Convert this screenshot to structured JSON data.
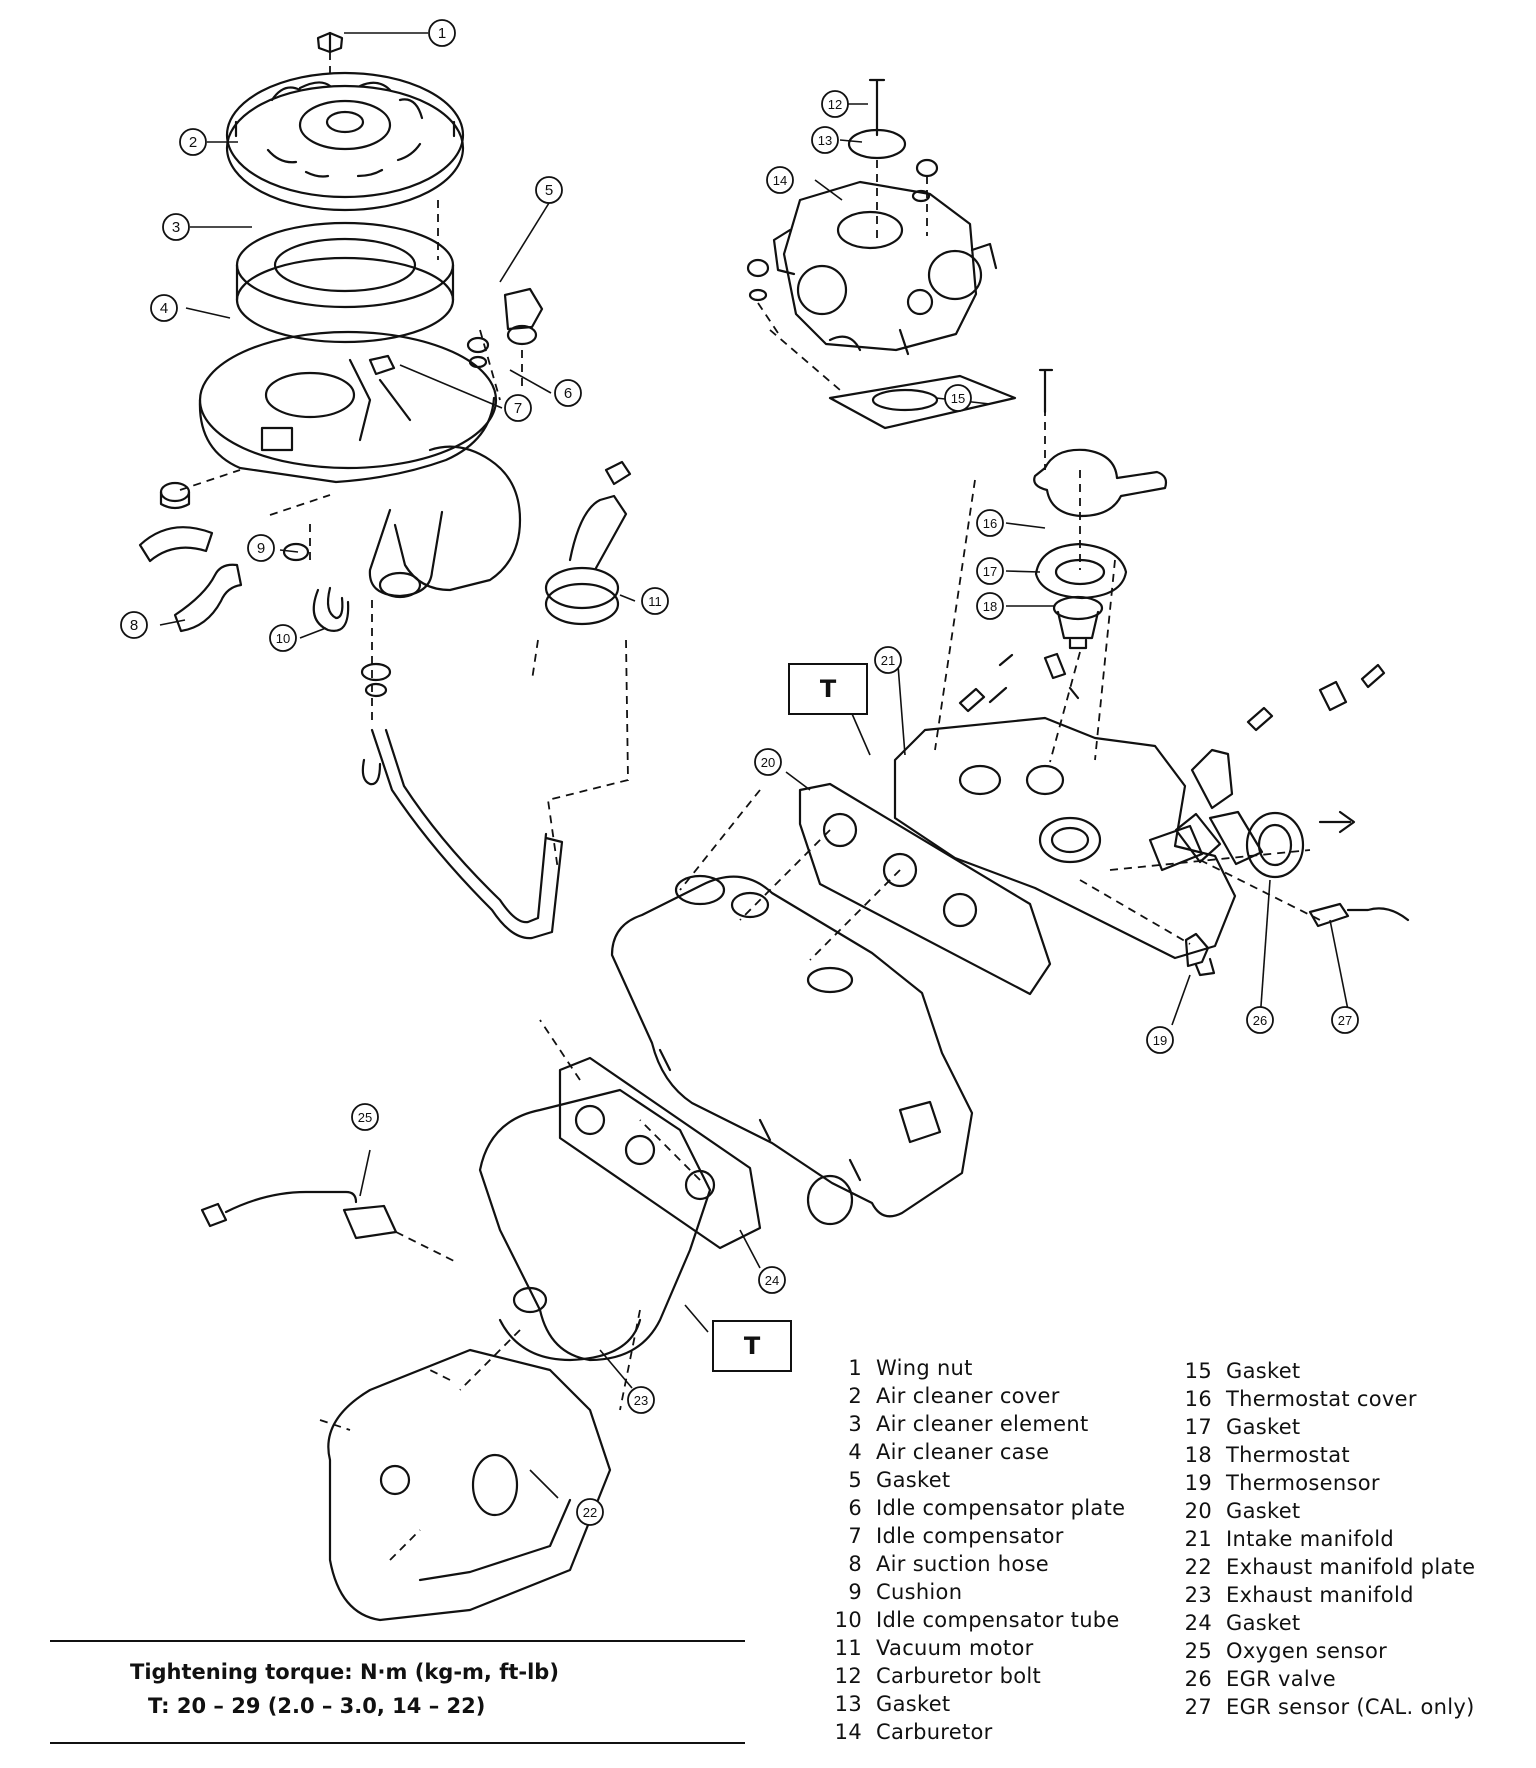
{
  "callouts": [
    "1",
    "2",
    "3",
    "4",
    "5",
    "6",
    "7",
    "8",
    "9",
    "10",
    "11",
    "12",
    "13",
    "14",
    "15",
    "16",
    "17",
    "18",
    "19",
    "20",
    "21",
    "22",
    "23",
    "24",
    "25",
    "26",
    "27"
  ],
  "torque_marker": "T",
  "torque": {
    "heading": "Tightening torque:  N·m (kg-m, ft-lb)",
    "value": "T:    20 – 29 (2.0 – 3.0, 14 – 22)"
  },
  "legend": [
    {
      "num": "1",
      "name": "Wing nut"
    },
    {
      "num": "2",
      "name": "Air cleaner cover"
    },
    {
      "num": "3",
      "name": "Air cleaner element"
    },
    {
      "num": "4",
      "name": "Air cleaner case"
    },
    {
      "num": "5",
      "name": "Gasket"
    },
    {
      "num": "6",
      "name": "Idle compensator plate"
    },
    {
      "num": "7",
      "name": "Idle compensator"
    },
    {
      "num": "8",
      "name": "Air suction hose"
    },
    {
      "num": "9",
      "name": "Cushion"
    },
    {
      "num": "10",
      "name": "Idle compensator tube"
    },
    {
      "num": "11",
      "name": "Vacuum motor"
    },
    {
      "num": "12",
      "name": "Carburetor bolt"
    },
    {
      "num": "13",
      "name": "Gasket"
    },
    {
      "num": "14",
      "name": "Carburetor"
    },
    {
      "num": "15",
      "name": "Gasket"
    },
    {
      "num": "16",
      "name": "Thermostat cover"
    },
    {
      "num": "17",
      "name": "Gasket"
    },
    {
      "num": "18",
      "name": "Thermostat"
    },
    {
      "num": "19",
      "name": "Thermosensor"
    },
    {
      "num": "20",
      "name": "Gasket"
    },
    {
      "num": "21",
      "name": "Intake manifold"
    },
    {
      "num": "22",
      "name": "Exhaust manifold plate"
    },
    {
      "num": "23",
      "name": "Exhaust manifold"
    },
    {
      "num": "24",
      "name": "Gasket"
    },
    {
      "num": "25",
      "name": "Oxygen sensor"
    },
    {
      "num": "26",
      "name": "EGR valve"
    },
    {
      "num": "27",
      "name": "EGR sensor (CAL. only)"
    }
  ]
}
